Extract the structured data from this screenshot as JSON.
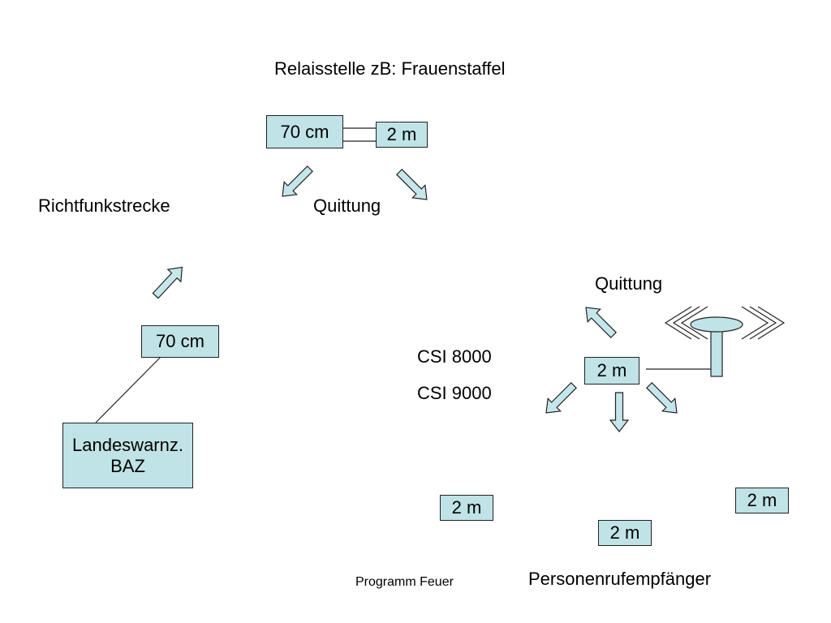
{
  "title": "Relaisstelle zB: Frauenstaffel",
  "relay": {
    "box_70cm": "70 cm",
    "box_2m": "2 m"
  },
  "labels": {
    "richtfunkstrecke": "Richtfunkstrecke",
    "quittung_top": "Quittung",
    "quittung_right": "Quittung",
    "csi_8000": "CSI 8000",
    "csi_9000": "CSI 9000",
    "personenrufempfaenger": "Personenrufempfänger",
    "programm_feuer": "Programm Feuer"
  },
  "landeswarnz": {
    "box_70cm": "70 cm",
    "line1": "Landeswarnz.",
    "line2": "BAZ"
  },
  "transmitter": {
    "box_2m": "2 m"
  },
  "receivers": [
    "2 m",
    "2 m",
    "2 m"
  ],
  "colors": {
    "box_fill": "#bfe3e6",
    "arrow_fill": "#c5e6ea",
    "antenna_fill": "#bfe3e6",
    "stroke": "#222222"
  }
}
